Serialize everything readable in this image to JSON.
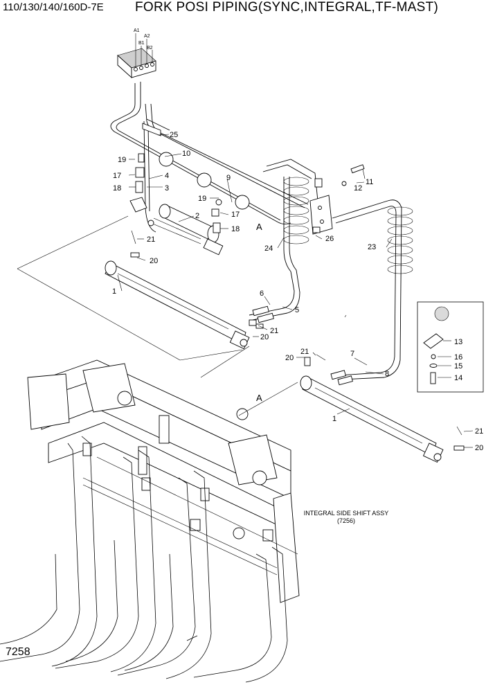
{
  "header": {
    "model_code": "110/130/140/160D-7E",
    "title": "FORK POSI PIPING(SYNC,INTEGRAL,TF-MAST)"
  },
  "page_number": "7258",
  "port_labels": [
    "A1",
    "A2",
    "B1",
    "B2"
  ],
  "callouts": {
    "c1_top": "1",
    "c1_bottom": "1",
    "c2": "2",
    "c3": "3",
    "c4": "4",
    "c5": "5",
    "c6": "6",
    "c7": "7",
    "c8": "8",
    "c9": "9",
    "c10": "10",
    "c11": "11",
    "c12": "12",
    "c13": "13",
    "c14": "14",
    "c15": "15",
    "c16": "16",
    "c17_a": "17",
    "c17_b": "17",
    "c18_a": "18",
    "c18_b": "18",
    "c19_a": "19",
    "c19_b": "19",
    "c20_a": "20",
    "c20_b": "20",
    "c20_c": "20",
    "c20_d": "20",
    "c21_a": "21",
    "c21_b": "21",
    "c21_c": "21",
    "c21_d": "21",
    "c23": "23",
    "c24": "24",
    "c25": "25",
    "c26": "26",
    "view_a_1": "A",
    "view_a_2": "A"
  },
  "reference_note": {
    "line1": "INTEGRAL SIDE SHIFT ASSY",
    "line2": "(7256)"
  }
}
